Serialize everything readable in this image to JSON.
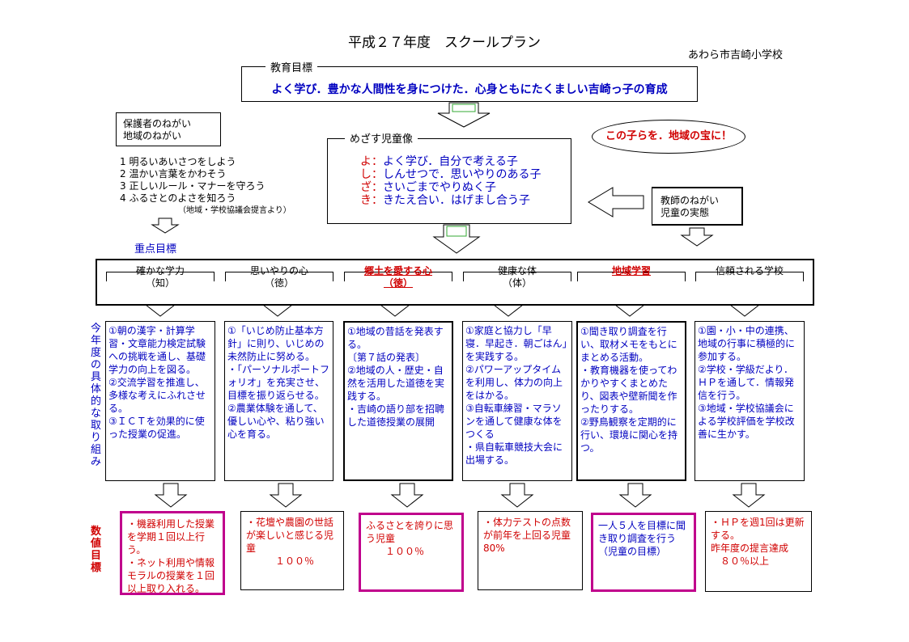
{
  "header": {
    "title": "平成２７年度　スクールプラン",
    "school": "あわら市吉崎小学校"
  },
  "education_goal": {
    "label": "教育目標",
    "text": "よく学び．豊かな人間性を身につけた．心身ともにたくましい吉崎っ子の育成"
  },
  "guardian": {
    "title": "保護者のねがい\n地域のねがい",
    "items": [
      "1  明るいあいさつをしよう",
      "2  温かい言葉をかわそう",
      "3  正しいルール・マナーを守ろう",
      "4  ふるさとのよさを知ろう"
    ],
    "note": "（地域・学校協議会提言より）"
  },
  "ideal_child": {
    "label": "めざす児童像",
    "lines": [
      {
        "key": "よ：",
        "text": "よく学び．自分で考える子"
      },
      {
        "key": "し：",
        "text": "しんせつで．思いやりのある子"
      },
      {
        "key": "ざ：",
        "text": "さいごまでやりぬく子"
      },
      {
        "key": "き：",
        "text": "きたえ合い．はげまし合う子"
      }
    ]
  },
  "slogan": "この子らを．地域の宝に！",
  "teacher": "教師のねがい\n児童の実態",
  "priority_label": "重点目標",
  "side_labels": {
    "concrete": "今年度の具体的な取り組み",
    "numeric": "数値目標"
  },
  "categories": [
    {
      "label": "確かな学力\n（知）"
    },
    {
      "label": "思いやりの心\n（徳）"
    },
    {
      "label": "郷土を愛する心\n（徳）"
    },
    {
      "label": "健康な体\n（体）"
    },
    {
      "label": "地域学習"
    },
    {
      "label": "信頼される学校"
    }
  ],
  "initiatives": [
    "①朝の漢字・計算学習・文章能力検定試験への挑戦を通し、基礎学力の向上を図る。\n②交流学習を推進し、多様な考えにふれさせる。\n③ＩＣＴを効果的に使った授業の促進。",
    "①「いじめ防止基本方針」に則り、いじめの未然防止に努める。\n・「パーソナルポートフォリオ」を充実させ、目標を振り返らせる。\n②農業体験を通して、優しい心や、粘り強い心を育る。",
    "①地域の昔話を発表する。\n〔第７話の発表〕\n②地域の人・歴史・自然を活用した道徳を実践する。\n・吉崎の語り部を招聘した道徳授業の展開",
    "①家庭と協力し「早寝．早起き．朝ごはん」を実践する。\n②パワーアップタイムを利用し、体力の向上をはかる。\n③自転車練習・マラソンを通して健康な体をつくる\n・県自転車競技大会に出場する。",
    "①聞き取り調査を行い、取材メモをもとにまとめる活動。\n・教育機器を使ってわかりやすくまとめたり、図表や壁新聞を作ったりする。\n②野鳥観察を定期的に行い、環境に関心を持つ。",
    "①園・小・中の連携、地域の行事に積極的に参加する。\n②学校・学級だより．ＨＰを通して．情報発信を行う。\n③地域・学校協議会による学校評価を学校改善に生かす。"
  ],
  "numeric_targets": [
    "・機器利用した授業を学期１回以上行う。\n・ネット利用や情報モラルの授業を１回以上取り入れる。",
    "・花壇や農園の世話が楽しいと感じる児童\n　　　１００％",
    "ふるさとを誇りに思う児童\n　　１００％",
    "・体力テストの点数が前年を上回る児童80%",
    "一人５人を目標に聞き取り調査を行う（児童の目標）",
    "・ＨＰを週1回は更新する。\n昨年度の提言達成\n　８０％以上"
  ],
  "colors": {
    "accent_red": "#d00000",
    "accent_blue": "#0000c0",
    "magenta_border": "#c0008c",
    "arrow_fill": "#ffffff",
    "arrow_inner": "#33aa33"
  }
}
